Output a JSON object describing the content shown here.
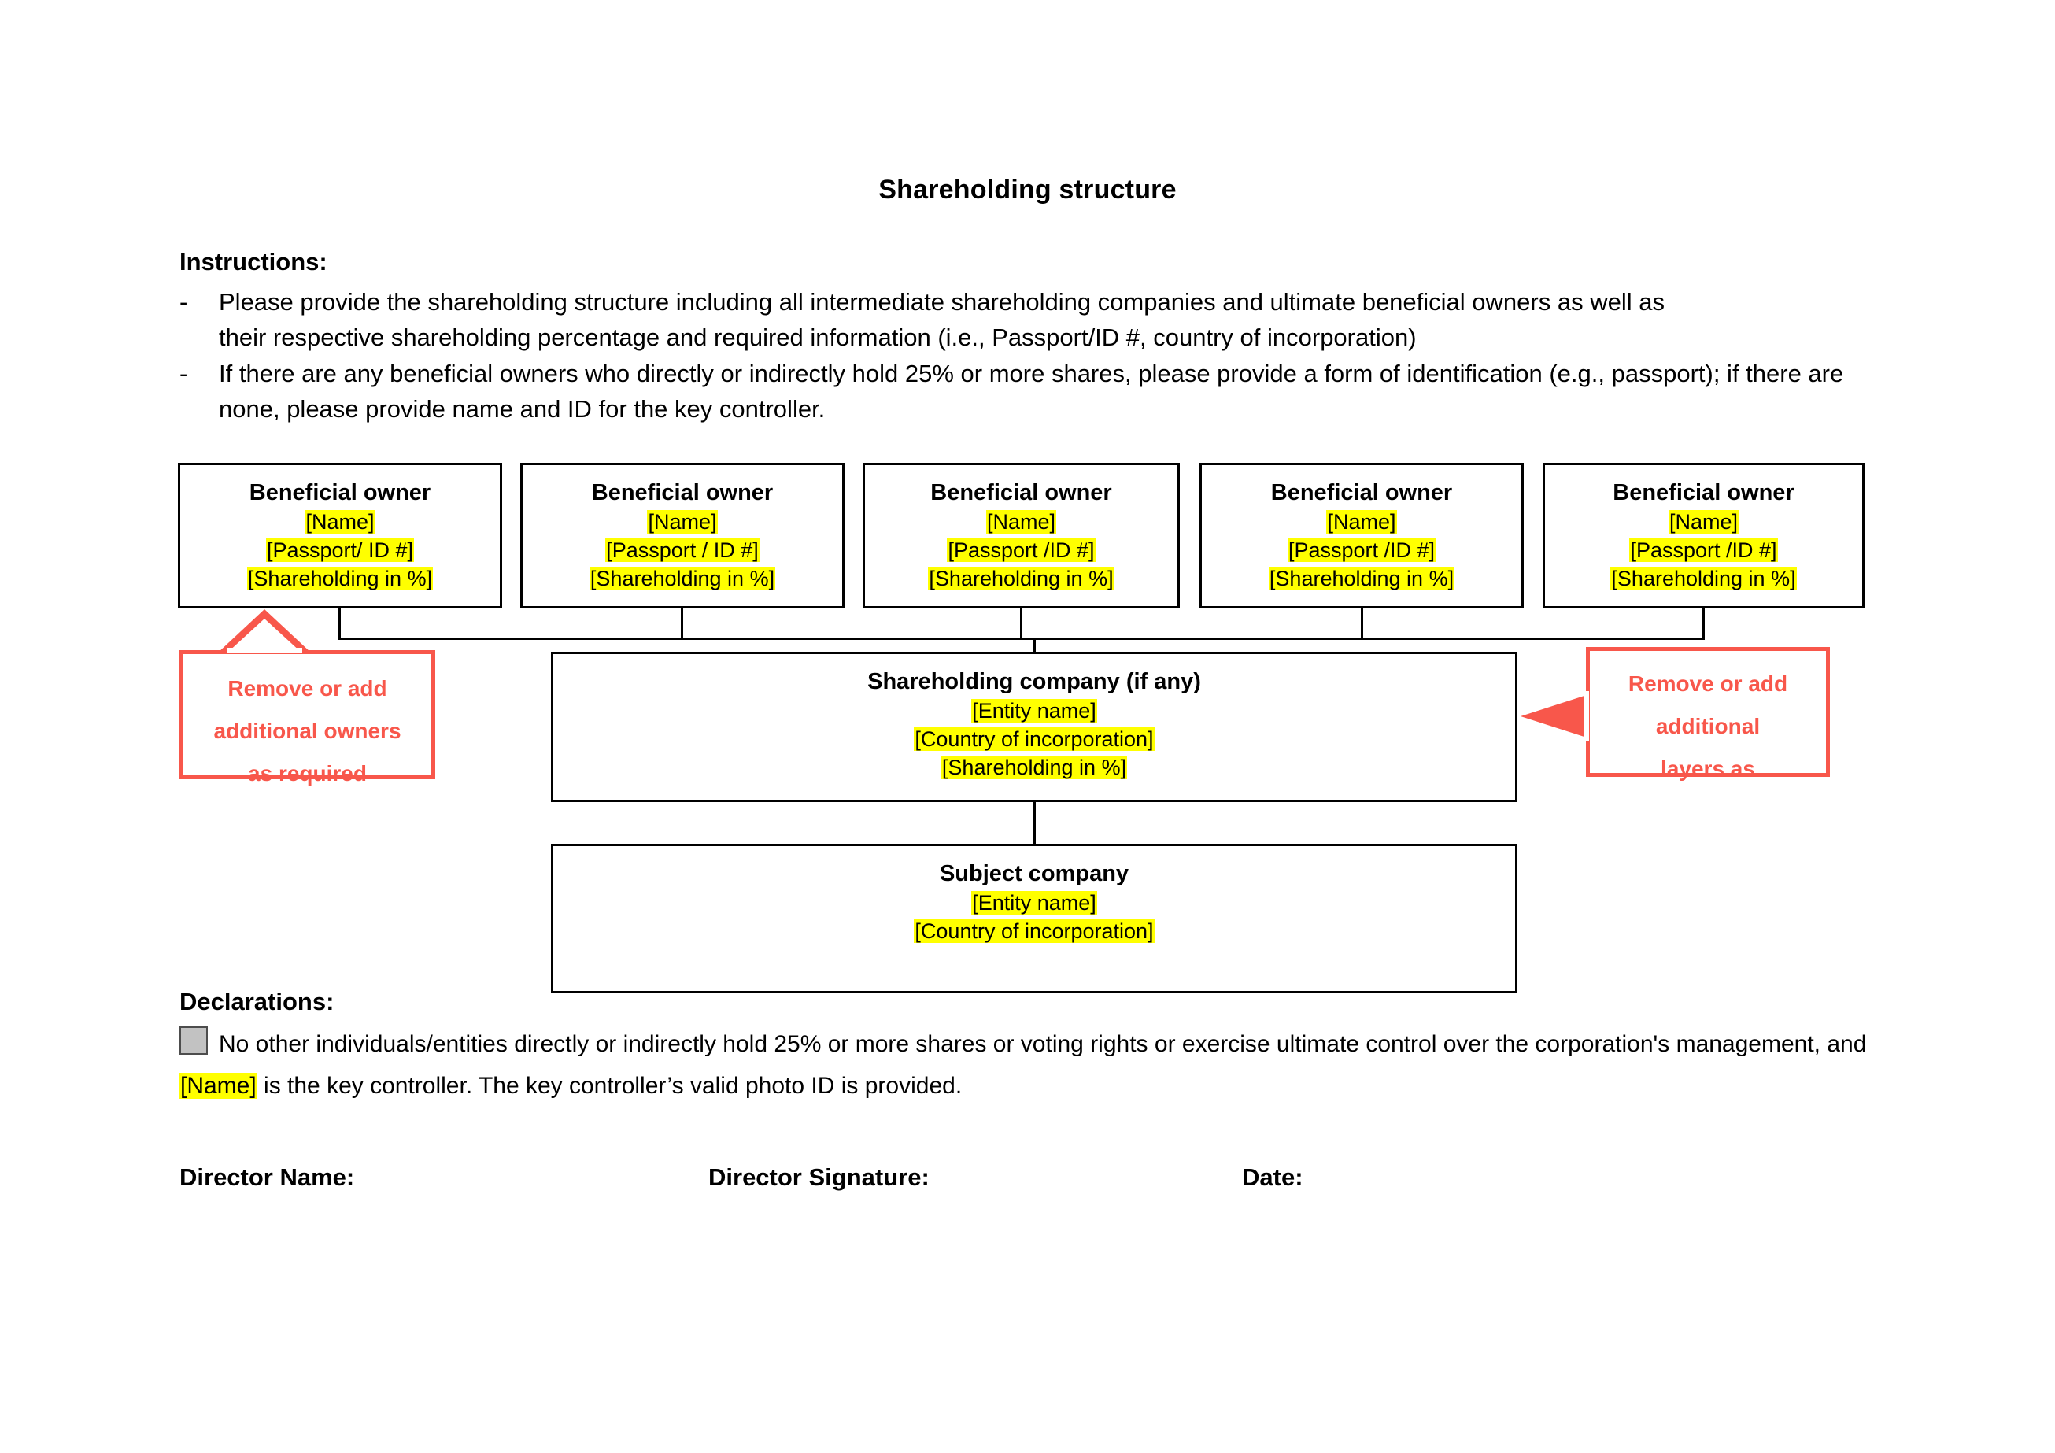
{
  "document": {
    "title": "Shareholding structure"
  },
  "instructions": {
    "heading": "Instructions:",
    "bullet_marker": "-",
    "items": [
      {
        "line1": "Please provide the shareholding structure including all intermediate shareholding companies and ultimate beneficial owners as well as",
        "line2": "their respective shareholding percentage and required information (i.e., Passport/ID #, country of incorporation)"
      },
      {
        "line1": "If there are any beneficial owners who directly or indirectly hold 25% or more shares, please provide a form of identification (e.g., passport); if there are",
        "line2": "none, please provide name and ID for the key controller."
      }
    ]
  },
  "chart": {
    "owners": [
      {
        "title": "Beneficial owner",
        "name": "[Name]",
        "id": "[Passport/ ID #]",
        "shareholding": "[Shareholding in %]"
      },
      {
        "title": "Beneficial owner",
        "name": "[Name]",
        "id": "[Passport / ID #]",
        "shareholding": "[Shareholding in %]"
      },
      {
        "title": "Beneficial owner",
        "name": "[Name]",
        "id": "[Passport /ID #]",
        "shareholding": "[Shareholding in %]"
      },
      {
        "title": "Beneficial owner",
        "name": "[Name]",
        "id": "[Passport /ID #]",
        "shareholding": "[Shareholding in %]"
      },
      {
        "title": "Beneficial owner",
        "name": "[Name]",
        "id": "[Passport /ID #]",
        "shareholding": "[Shareholding in %]"
      }
    ],
    "shareholding_company": {
      "title": "Shareholding company (if any)",
      "entity_name": "[Entity name]",
      "country": "[Country of incorporation]",
      "shareholding": "[Shareholding in %]"
    },
    "subject_company": {
      "title": "Subject company",
      "entity_name": "[Entity name]",
      "country": "[Country of incorporation]"
    }
  },
  "callouts": {
    "left": {
      "line1": "Remove or add",
      "line2": "additional owners",
      "line3": "as required"
    },
    "right": {
      "line1": "Remove or add",
      "line2": "additional",
      "line3": "layers as"
    }
  },
  "declarations": {
    "heading": "Declarations:",
    "text_part1": "No other individuals/entities directly or indirectly hold 25% or more shares or voting rights or exercise ultimate control over the corporation's management, and ",
    "name_placeholder": "[Name]",
    "text_part2": " is the key controller. The key controller’s valid photo ID is provided."
  },
  "footer": {
    "director_name_label": "Director Name:",
    "director_signature_label": "Director Signature:",
    "date_label": "Date:"
  },
  "colors": {
    "highlight": "#ffff00",
    "callout_red": "#f8574b",
    "checkbox_fill": "#c2c2c2",
    "border": "#000000"
  }
}
